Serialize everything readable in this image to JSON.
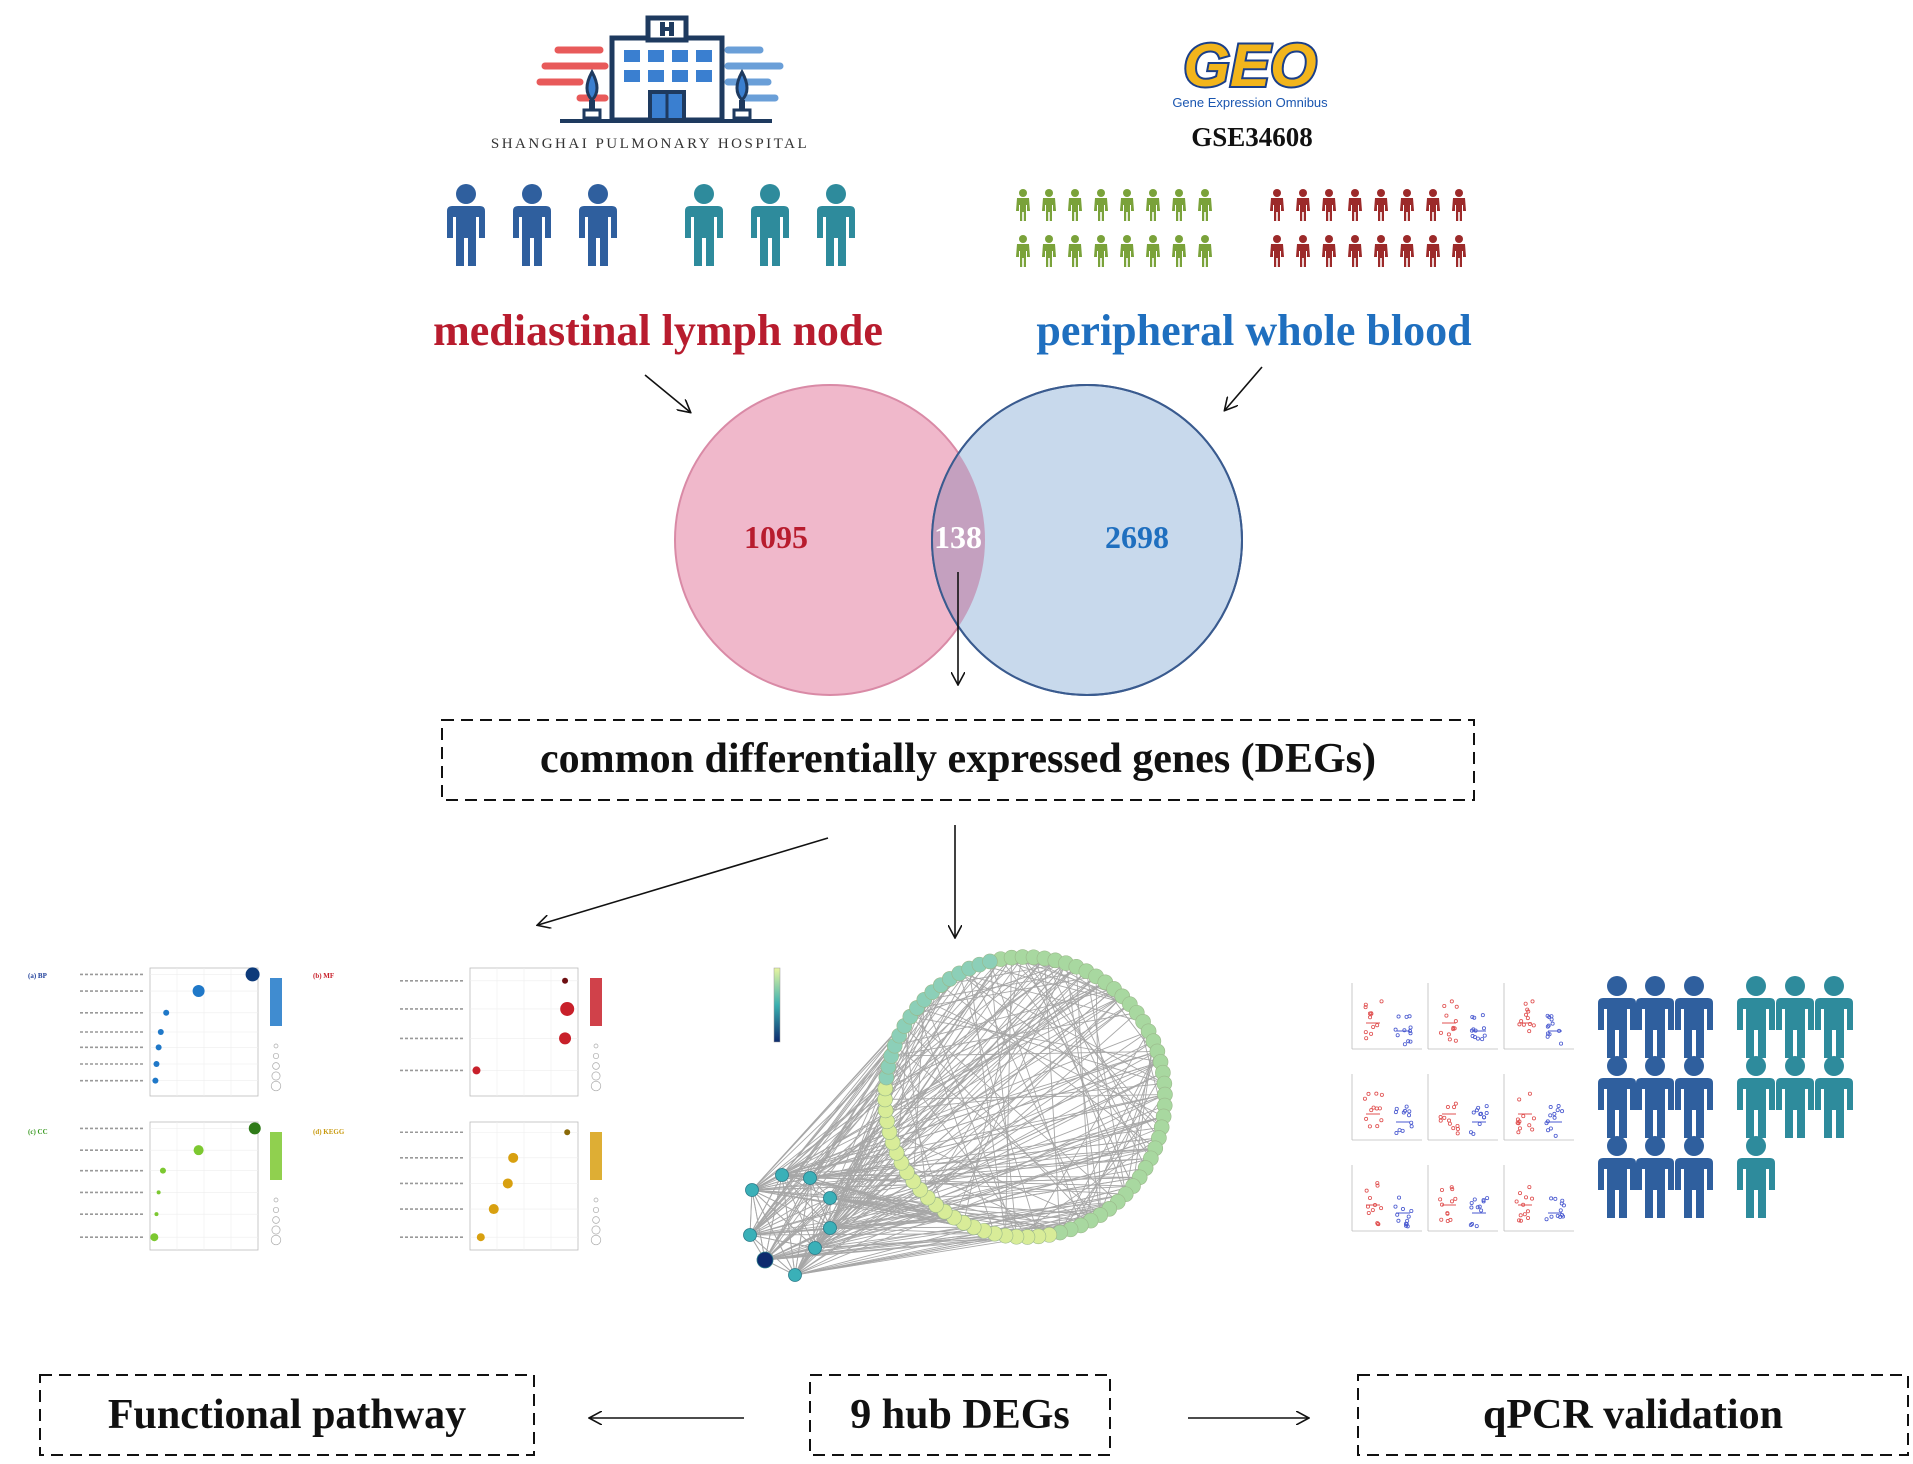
{
  "hospital": {
    "name": "SHANGHAI PULMONARY HOSPITAL"
  },
  "geo": {
    "logo_text": "GEO",
    "tagline": "Gene Expression Omnibus",
    "accession": "GSE34608"
  },
  "tissues": {
    "left": "mediastinal lymph node",
    "right": "peripheral whole blood"
  },
  "venn": {
    "left_only": "1095",
    "overlap": "138",
    "right_only": "2698",
    "left_color": "#f0b8cb",
    "right_color": "#c8d9ec",
    "overlap_color": "#c4a0bf"
  },
  "boxes": {
    "common": "common differentially expressed genes (DEGs)",
    "functional": "Functional pathway",
    "hub": "9 hub DEGs",
    "qpcr": "qPCR validation"
  },
  "enrichment_panels": [
    {
      "title": "(a) BP",
      "title_color": "#1f3f9a",
      "dot_color": "#1f78c8",
      "dot_color_dark": "#0d3a7a"
    },
    {
      "title": "(b) MF",
      "title_color": "#c8202a",
      "dot_color": "#c8202a",
      "dot_color_dark": "#6e0f12"
    },
    {
      "title": "(c) CC",
      "title_color": "#3a9a22",
      "dot_color": "#7cc830",
      "dot_color_dark": "#2f7a18"
    },
    {
      "title": "(d) KEGG",
      "title_color": "#c89a10",
      "dot_color": "#d8a010",
      "dot_color_dark": "#8a6a08"
    }
  ],
  "colors": {
    "hospital_blue": "#2f5f9e",
    "teal": "#2e8b9c",
    "green": "#7aa23a",
    "darkred": "#9c2a2a",
    "red_text": "#b81c2e",
    "blue_text": "#1f6fbf"
  }
}
